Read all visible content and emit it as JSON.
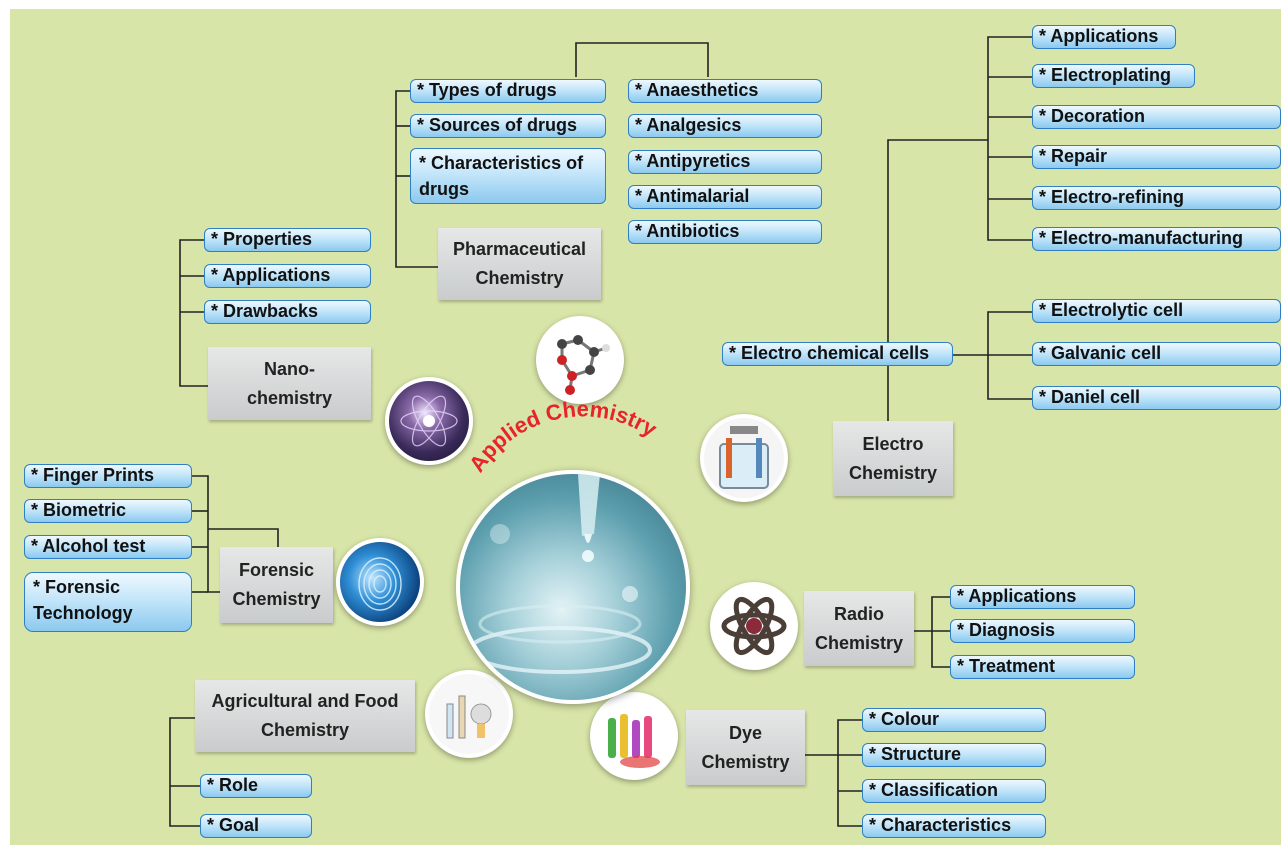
{
  "title": "Applied Chemistry",
  "pharma": {
    "label": "Pharmaceutical Chemistry",
    "items": [
      "* Types of drugs",
      "* Sources of drugs",
      "* Characteristics of drugs"
    ],
    "drug_types": [
      "* Anaesthetics",
      "* Analgesics",
      "* Antipyretics",
      "* Antimalarial",
      "* Antibiotics"
    ]
  },
  "nano": {
    "label": "Nano-chemistry",
    "items": [
      "* Properties",
      "* Applications",
      "* Drawbacks"
    ]
  },
  "electro": {
    "label": "Electro Chemistry",
    "cells": "* Electro chemical cells",
    "applications": [
      "* Applications",
      "* Electroplating",
      "* Decoration",
      "* Repair",
      "* Electro-refining",
      "* Electro-manufacturing"
    ],
    "cell_types": [
      "* Electrolytic cell",
      "* Galvanic cell",
      "* Daniel cell"
    ]
  },
  "forensic": {
    "label": "Forensic Chemistry",
    "items": [
      "* Finger Prints",
      "* Biometric",
      "* Alcohol test",
      "* Forensic Technology"
    ]
  },
  "radio": {
    "label": "Radio Chemistry",
    "items": [
      "* Applications",
      "* Diagnosis",
      "* Treatment"
    ]
  },
  "agri": {
    "label": "Agricultural and Food Chemistry",
    "items": [
      "* Role",
      "* Goal"
    ]
  },
  "dye": {
    "label": "Dye Chemistry",
    "items": [
      "* Colour",
      "* Structure",
      "* Classification",
      "* Characteristics"
    ]
  },
  "icons": [
    "molecule-icon",
    "atom-orbit-icon",
    "electrolysis-icon",
    "fingerprint-icon",
    "radioactive-atom-icon",
    "lab-equipment-icon",
    "dye-tubes-icon",
    "test-tube-dropper-icon"
  ],
  "colors": {
    "background": "#d8e5a8",
    "pill_border": "#2f7fc4",
    "title": "#e8232a",
    "connector": "#222222"
  }
}
